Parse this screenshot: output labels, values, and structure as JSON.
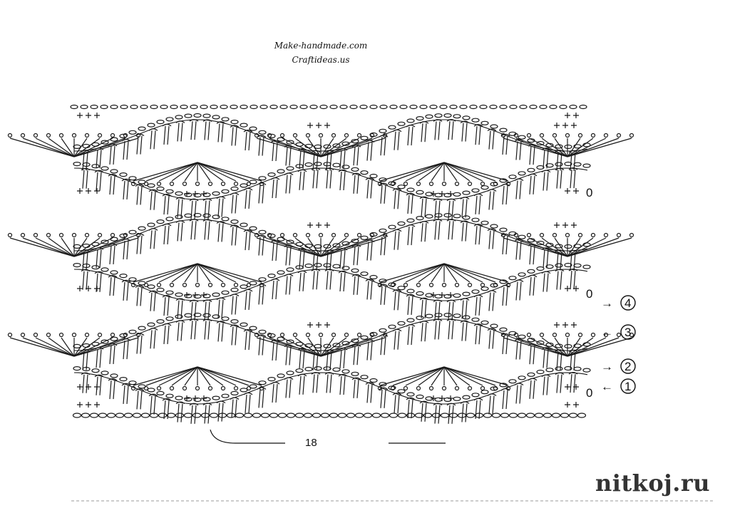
{
  "credits": [
    "Make-handmade.com",
    "Craftideas.us"
  ],
  "watermark": "nitkoj.ru",
  "width_label": "18",
  "row_markers": [
    {
      "number": "4",
      "arrow": "→"
    },
    {
      "number": "3",
      "arrow": "←"
    },
    {
      "number": "2",
      "arrow": "→"
    },
    {
      "number": "1",
      "arrow": "←"
    }
  ],
  "chain_turn_label": "0",
  "colors": {
    "ink": "#1a1a1a",
    "background": "#ffffff"
  }
}
